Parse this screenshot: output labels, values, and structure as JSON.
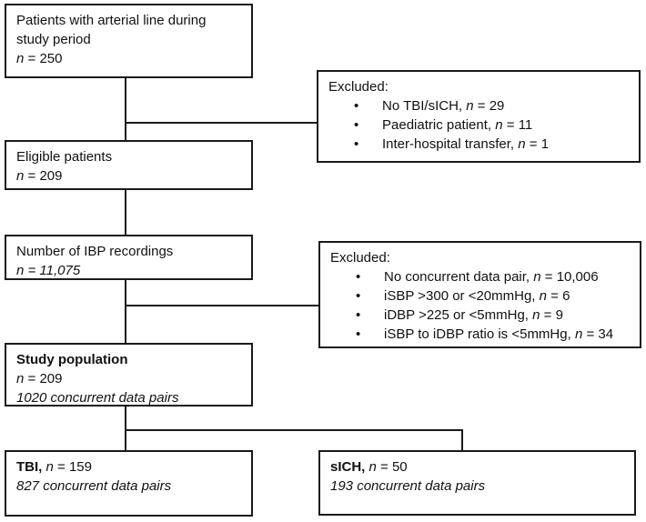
{
  "flowchart": {
    "box_patients": {
      "line1": "Patients with arterial line during",
      "line2": "study period",
      "n_label": "n",
      "n_rest": " = 250"
    },
    "excluded1": {
      "title": "Excluded:",
      "bullet_glyph": "•",
      "items": [
        {
          "text": "No TBI/sICH, ",
          "n": "n",
          "rest": " = 29"
        },
        {
          "text": "Paediatric patient, ",
          "n": "n",
          "rest": " = 11"
        },
        {
          "text": "Inter-hospital transfer, ",
          "n": "n",
          "rest": " = 1"
        }
      ]
    },
    "box_eligible": {
      "line1": "Eligible patients",
      "n_label": "n",
      "n_rest": " = 209"
    },
    "box_recordings": {
      "line1": "Number of IBP recordings",
      "n_italic": "n = 11,075"
    },
    "excluded2": {
      "title": "Excluded:",
      "bullet_glyph": "•",
      "items": [
        {
          "text": "No concurrent data pair, ",
          "n": "n",
          "rest": " = 10,006"
        },
        {
          "text": "iSBP >300 or <20mmHg, ",
          "n": "n",
          "rest": " = 6"
        },
        {
          "text": "iDBP >225 or <5mmHg, ",
          "n": "n",
          "rest": " = 9"
        },
        {
          "text": "iSBP to iDBP ratio is <5mmHg, ",
          "n": "n",
          "rest": " = 34"
        }
      ]
    },
    "box_study": {
      "title": "Study population",
      "n_label": "n",
      "n_rest": " = 209",
      "sub": "1020 concurrent data pairs"
    },
    "box_tbi": {
      "title": "TBI, ",
      "n_label": "n",
      "n_rest": " = 159",
      "sub": "827 concurrent data pairs"
    },
    "box_sich": {
      "title": "sICH, ",
      "n_label": "n",
      "n_rest": " = 50",
      "sub": "193 concurrent data pairs"
    },
    "colors": {
      "line": "#1a1a1a",
      "background": "#ffffff"
    }
  }
}
